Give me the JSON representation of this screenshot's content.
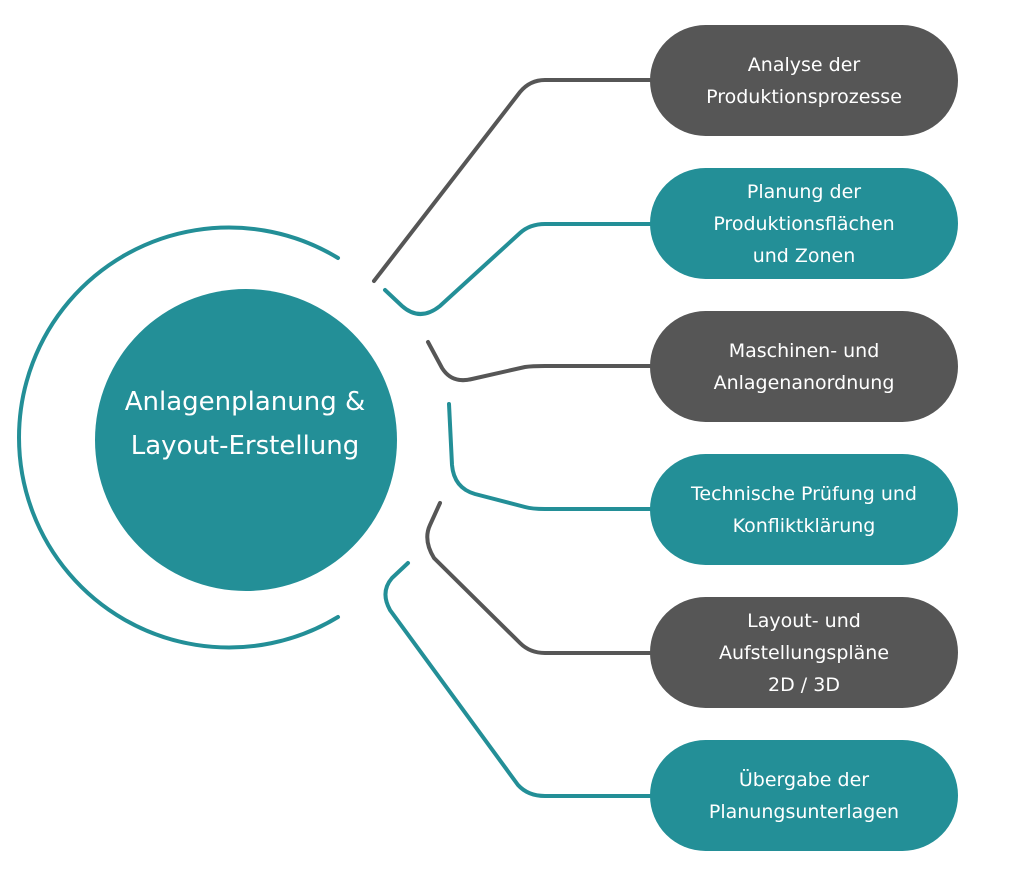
{
  "colors": {
    "teal": "#238f97",
    "dark": "#565656",
    "background": "#ffffff",
    "text": "#ffffff"
  },
  "center": {
    "title": "Anlagenplanung &\nLayout-Erstellung"
  },
  "steps": [
    {
      "label": "Analyse der\nProduktionsprozesse",
      "color": "dark"
    },
    {
      "label": "Planung der\nProduktionsflächen\nund Zonen",
      "color": "teal"
    },
    {
      "label": "Maschinen- und\nAnlagenanordnung",
      "color": "dark"
    },
    {
      "label": "Technische Prüfung und\nKonfliktklärung",
      "color": "teal"
    },
    {
      "label": "Layout- und\nAufstellungspläne\n2D / 3D",
      "color": "dark"
    },
    {
      "label": "Übergabe der\nPlanungsunterlagen",
      "color": "teal"
    }
  ]
}
